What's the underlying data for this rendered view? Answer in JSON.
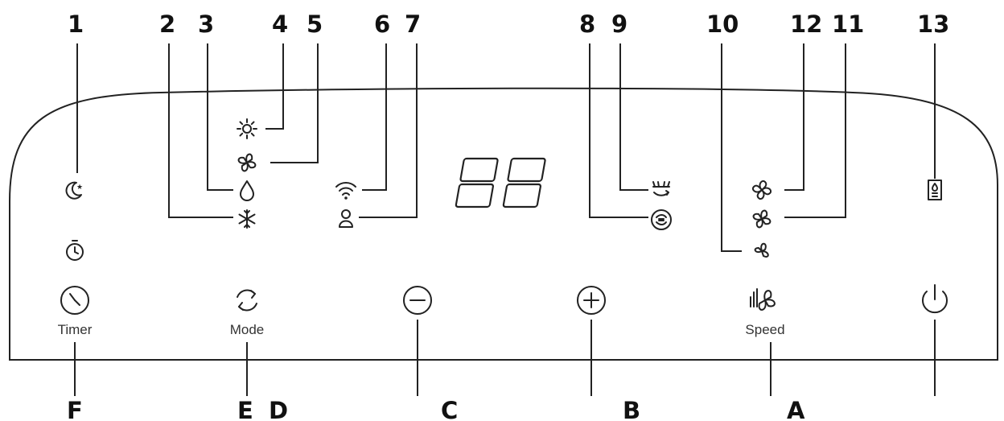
{
  "callouts": {
    "n1": "1",
    "n2": "2",
    "n3": "3",
    "n4": "4",
    "n5": "5",
    "n6": "6",
    "n7": "7",
    "n8": "8",
    "n9": "9",
    "n10": "10",
    "n12": "12",
    "n11": "11",
    "n13": "13"
  },
  "buttons": {
    "timer_label": "Timer",
    "mode_label": "Mode",
    "speed_label": "Speed"
  },
  "button_letters": {
    "F": "F",
    "E": "E",
    "D": "D",
    "C": "C",
    "B": "B",
    "A": "A"
  },
  "display": {
    "digits": "88"
  },
  "icons": {
    "sleep": "sleep-moon-icon",
    "timer_indicator": "timer-indicator-icon",
    "heat": "sun-icon",
    "fan_mode": "fan-icon",
    "dehumidify": "droplet-icon",
    "cool": "snowflake-icon",
    "wifi": "wifi-icon",
    "person": "person-icon",
    "swing_vertical": "swing-icon",
    "air_circulation": "air-circulation-icon",
    "speed_high": "fan-high-icon",
    "speed_medium": "fan-medium-icon",
    "speed_low": "fan-low-icon",
    "water_tank": "water-tank-icon",
    "timer_button": "clock-icon",
    "mode_button": "refresh-icon",
    "minus_button": "minus-icon",
    "plus_button": "plus-icon",
    "speed_button": "fan-speed-icon",
    "power_button": "power-icon"
  }
}
